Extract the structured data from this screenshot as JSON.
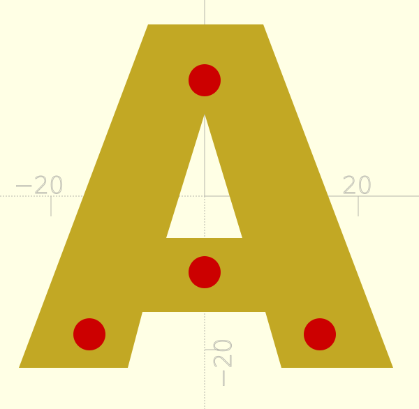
{
  "viewport": {
    "background_color": "#ffffe5",
    "axis_color": "#b5b5ab",
    "model_color": "#c2a824",
    "hole_color": "#cc0000",
    "axis_labels": {
      "x_negative": "−20",
      "x_positive": "20",
      "y_negative": "−20"
    }
  }
}
